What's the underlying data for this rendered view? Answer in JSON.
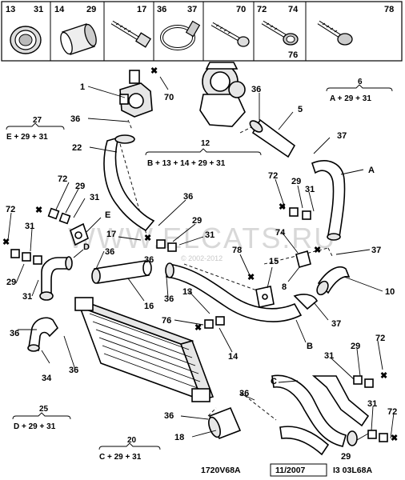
{
  "legend_boxes": [
    {
      "left": "13",
      "right": "31",
      "icon": "seal-ring-icon"
    },
    {
      "left": "14",
      "right": "29",
      "icon": "sleeve-icon"
    },
    {
      "left": "",
      "right": "17",
      "icon": "stud-bolt-icon"
    },
    {
      "left": "36",
      "right": "37",
      "icon": "hose-clamp-icon"
    },
    {
      "left": "",
      "right": "70",
      "icon": "screw-icon"
    },
    {
      "left": "72",
      "right": "74",
      "icon": "flange-bolt-icon",
      "bottom": "76"
    },
    {
      "left": "",
      "right": "78",
      "icon": "flange-screw-icon"
    }
  ],
  "groups": [
    {
      "num": "6",
      "formula": "A + 29 + 31"
    },
    {
      "num": "27",
      "formula": "E + 29 + 31"
    },
    {
      "num": "12",
      "formula": "B + 13 + 14 + 29 + 31"
    },
    {
      "num": "25",
      "formula": "D + 29 + 31"
    },
    {
      "num": "20",
      "formula": "C + 29 + 31"
    }
  ],
  "callouts": {
    "c1": "1",
    "c70": "70",
    "c36a": "36",
    "c36b": "36",
    "c5": "5",
    "c22": "22",
    "c37a": "37",
    "cA": "A",
    "c72a": "72",
    "c29a": "29",
    "c31a": "31",
    "c36c": "36",
    "c72b": "72",
    "c29b": "29",
    "c31b": "31",
    "c72c": "72",
    "cE": "E",
    "c31c": "31",
    "c17": "17",
    "c29c": "29",
    "c31d": "31",
    "c74": "74",
    "c29d": "29",
    "cD": "D",
    "c36d": "36",
    "c78": "78",
    "c37b": "37",
    "c15": "15",
    "c31e": "31",
    "c36e": "36",
    "c16": "16",
    "c36f": "36",
    "c8": "8",
    "c10": "10",
    "c13": "13",
    "c36g": "36",
    "c76": "76",
    "c37c": "37",
    "cB": "B",
    "c14": "14",
    "c72d": "72",
    "c36h": "36",
    "c34": "34",
    "c36i": "36",
    "c31f": "31",
    "c29e": "29",
    "cC": "C",
    "c36j": "36",
    "c36k": "36",
    "c18": "18",
    "c31g": "31",
    "c72e": "72",
    "c29f": "29"
  },
  "watermark": {
    "main": "WWW.ELCATS.RU",
    "sub": "© 2002-2012"
  },
  "footer": {
    "ref": "1720V68A",
    "date": "11/2007",
    "code": "I3 03L68A"
  }
}
